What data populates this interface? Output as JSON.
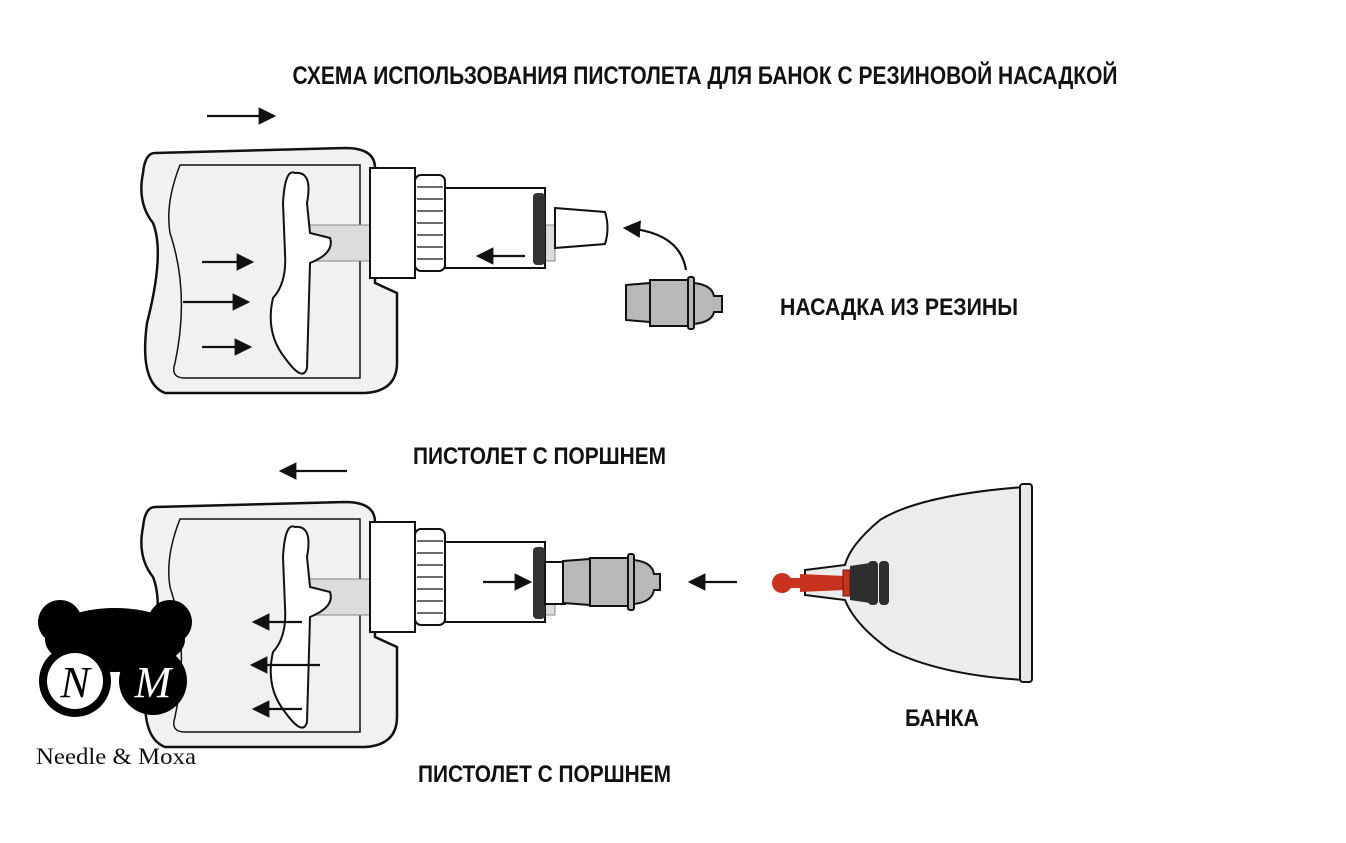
{
  "title": "СХЕМА ИСПОЛЬЗОВАНИЯ ПИСТОЛЕТА ДЛЯ БАНОК С РЕЗИНОВОЙ НАСАДКОЙ",
  "labels": {
    "rubber_nozzle": "НАСАДКА ИЗ РЕЗИНЫ",
    "gun_top": "ПИСТОЛЕТ С ПОРШНЕМ",
    "gun_bottom": "ПИСТОЛЕТ С ПОРШНЕМ",
    "cup": "БАНКА"
  },
  "logo": {
    "letters": [
      "N",
      "M"
    ],
    "brand": "Needle & Moxa"
  },
  "colors": {
    "nozzle_red": "#c8321e",
    "rubber_dark": "#2e2e2e",
    "part_gray": "#b8b8b8",
    "body_fill": "#f1f1f1"
  }
}
